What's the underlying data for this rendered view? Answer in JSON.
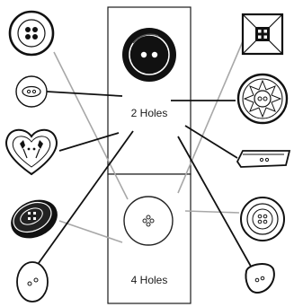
{
  "diagram": {
    "groups": [
      {
        "id": "two-holes",
        "label": "2 Holes"
      },
      {
        "id": "four-holes",
        "label": "4 Holes"
      }
    ],
    "connector_colors": {
      "two_holes": "#111111",
      "four_holes": "#a8a8a8"
    },
    "buttons": [
      {
        "name": "plain-four-hole-button-top-left",
        "group": "four-holes"
      },
      {
        "name": "oval-two-hole-button-left",
        "group": "two-holes"
      },
      {
        "name": "heart-tulip-button",
        "group": "two-holes"
      },
      {
        "name": "dark-rimmed-four-hole-button",
        "group": "four-holes"
      },
      {
        "name": "oval-two-hole-button-bottom-left",
        "group": "two-holes"
      },
      {
        "name": "square-four-hole-button",
        "group": "four-holes"
      },
      {
        "name": "sunburst-two-hole-button",
        "group": "two-holes"
      },
      {
        "name": "toggle-two-hole-button",
        "group": "two-holes"
      },
      {
        "name": "ringed-four-hole-button",
        "group": "four-holes"
      },
      {
        "name": "shield-two-hole-button",
        "group": "two-holes"
      }
    ]
  }
}
